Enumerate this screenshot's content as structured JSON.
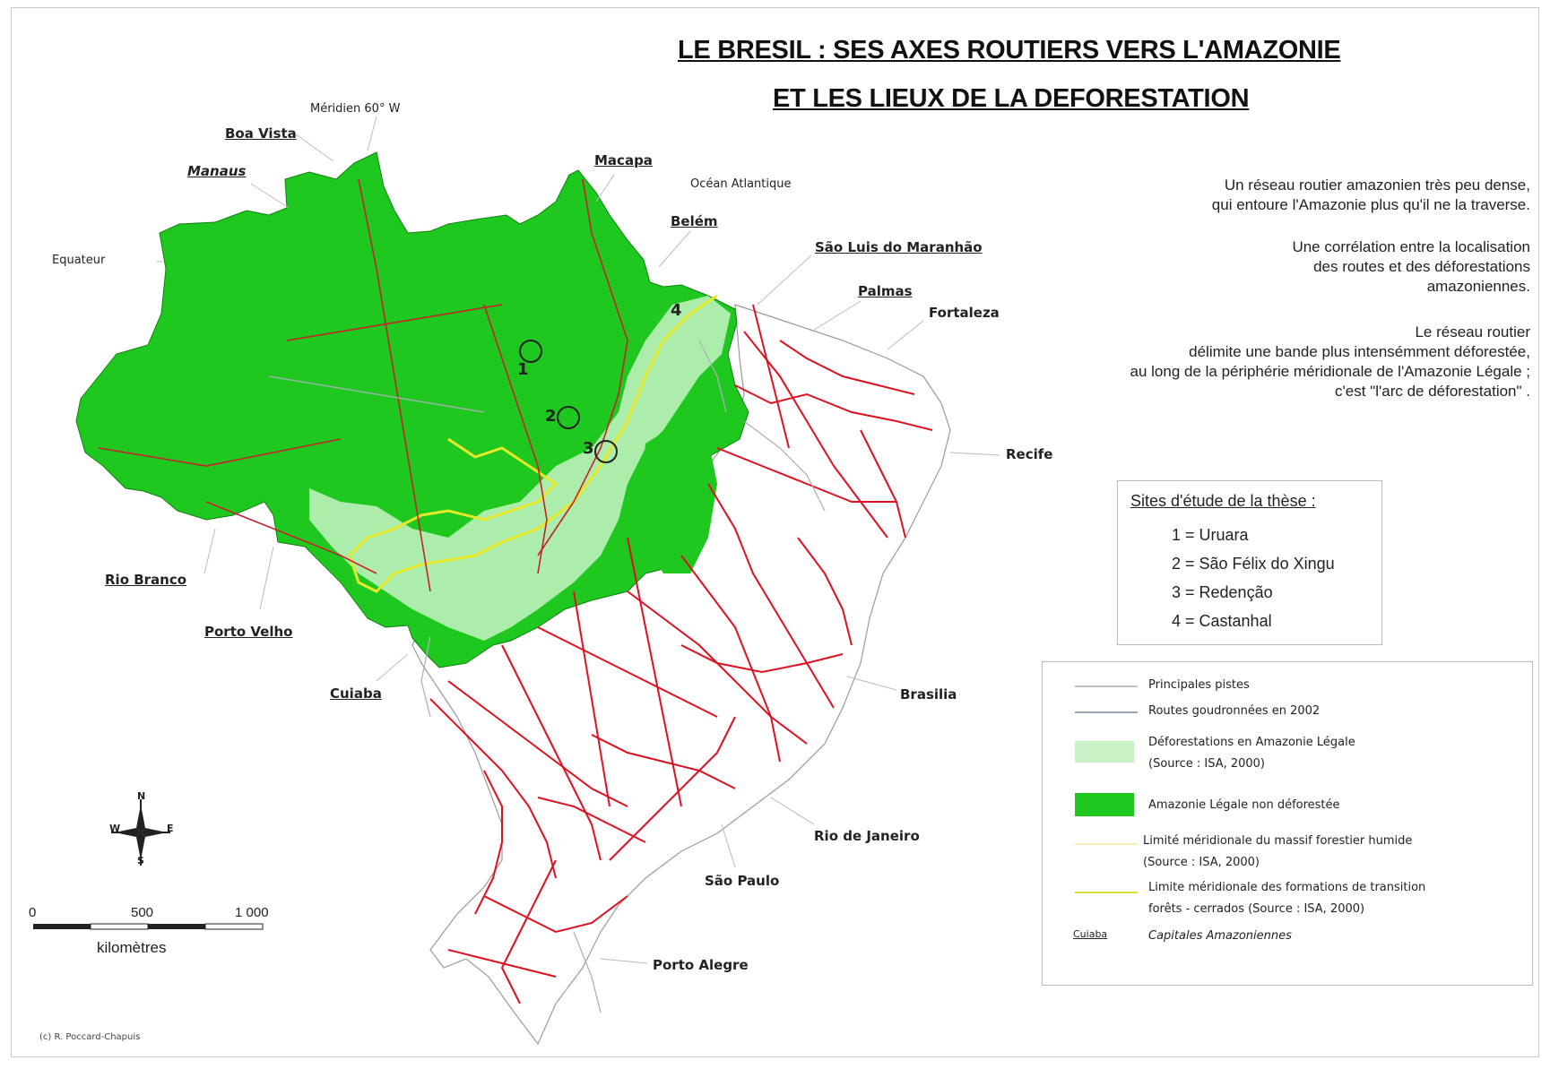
{
  "title": {
    "line1": "LE BRESIL : SES AXES ROUTIERS VERS L'AMAZONIE",
    "line2": "ET LES LIEUX DE LA DEFORESTATION"
  },
  "map_labels": {
    "meridian": "Méridien 60° W",
    "boa_vista": "Boa Vista",
    "manaus": "Manaus",
    "macapa": "Macapa",
    "ocean": "Océan Atlantique",
    "belem": "Belém",
    "sao_luis": "São Luis do Maranhão",
    "palmas": "Palmas",
    "fortaleza": "Fortaleza",
    "equateur": "Equateur",
    "recife": "Recife",
    "rio_branco": "Rio Branco",
    "porto_velho": "Porto Velho",
    "cuiaba": "Cuiaba",
    "brasilia": "Brasilia",
    "rio": "Rio de Janeiro",
    "sao_paulo": "São Paulo",
    "porto_alegre": "Porto Alegre",
    "site1": "1",
    "site2": "2",
    "site3": "3",
    "site4": "4"
  },
  "description": {
    "p1": [
      "Un réseau routier amazonien très peu dense,",
      "qui entoure l'Amazonie plus qu'il ne la traverse."
    ],
    "p2": [
      "Une corrélation entre la localisation",
      "des routes et des déforestations",
      "amazoniennes."
    ],
    "p3": [
      "Le réseau routier",
      "délimite une bande plus intensémment déforestée,",
      "au long de la périphérie méridionale de l'Amazonie Légale ;",
      "c'est \"l'arc de déforestation\" ."
    ]
  },
  "sites": {
    "heading": "Sites d'étude de la thèse :",
    "items": [
      "1 = Uruara",
      "2 = São Félix do Xingu",
      "3 = Redenção",
      "4 = Castanhal"
    ]
  },
  "legend": {
    "items": [
      {
        "label": "Principales pistes"
      },
      {
        "label": "Routes goudronnées en 2002"
      },
      {
        "label": "Déforestations en Amazonie Légale",
        "sub": "(Source : ISA, 2000)"
      },
      {
        "label": "Amazonie Légale non déforestée"
      },
      {
        "label": "Limité méridionale du massif forestier humide",
        "sub": "(Source : ISA, 2000)"
      },
      {
        "label": "Limite méridionale des formations de transition",
        "sub": "forêts - cerrados (Source : ISA, 2000)"
      },
      {
        "label": "Capitales Amazoniennes",
        "sample": "Cuiaba"
      }
    ],
    "colors": {
      "piste": "#c0c0c0",
      "route": "#9aa6b4",
      "deforest": "#c6f2c6",
      "forest": "#1ec81e",
      "limit_humid": "#f5f0b0",
      "limit_transition": "#dede30"
    }
  },
  "compass": {
    "n": "N",
    "s": "S",
    "e": "E",
    "w": "W"
  },
  "scale": {
    "ticks": [
      "0",
      "500",
      "1 000"
    ],
    "unit": "kilomètres"
  },
  "credit": "(c) R. Poccard-Chapuis",
  "colors": {
    "road_red": "#e01020",
    "forest": "#1ec81e",
    "deforest": "#b8f0b8",
    "limit": "#e6e82a"
  }
}
